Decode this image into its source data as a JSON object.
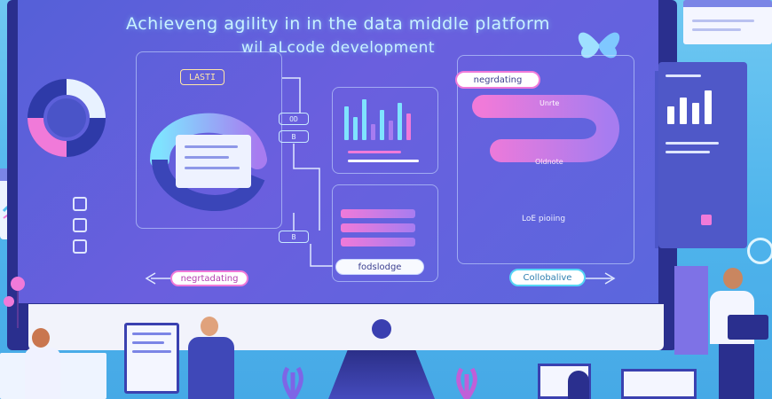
{
  "headline": {
    "line1": "Achieveng agility  in in the data middle platform",
    "line2": "wil aLcode development"
  },
  "labels": {
    "lasti": "LASTI",
    "tag1": "OD",
    "tag2": "B",
    "tag3": "B",
    "pill_top_right": "negrdating",
    "pill_upper": "Unrte",
    "pill_mid": "Oldnote",
    "pill_low": "LoE pioiing",
    "pill_bottom_left": "negrtadating",
    "pill_center": "fodslodge",
    "pill_bottom_right": "Collobalive"
  },
  "colors": {
    "screen": "#5a63db",
    "frame": "#2a2f8e",
    "accent_cyan": "#7fe3ff",
    "accent_pink": "#f07ad9",
    "accent_purple": "#a77cf0"
  }
}
